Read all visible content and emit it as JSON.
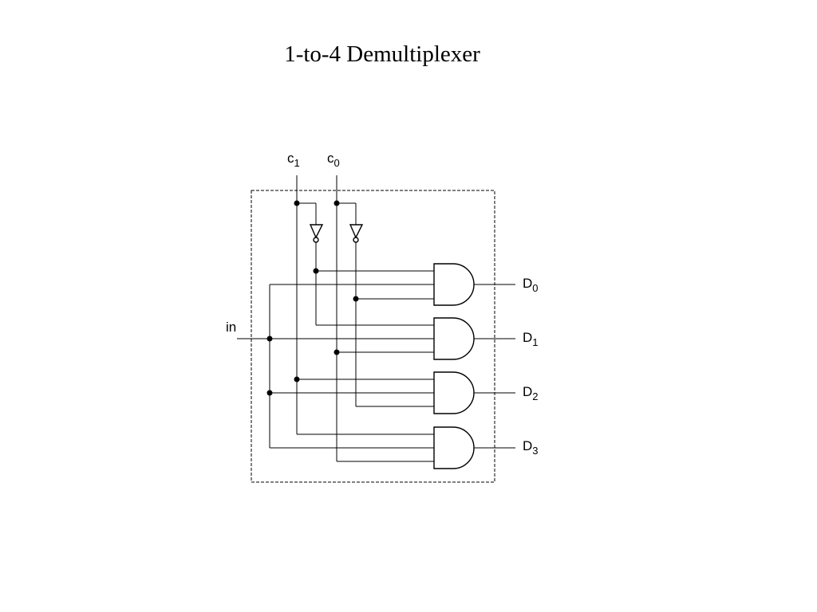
{
  "title": "1-to-4 Demultiplexer",
  "inputs": {
    "select_1": {
      "base": "c",
      "sub": "1"
    },
    "select_0": {
      "base": "c",
      "sub": "0"
    },
    "data": "in"
  },
  "outputs": [
    {
      "base": "D",
      "sub": "0"
    },
    {
      "base": "D",
      "sub": "1"
    },
    {
      "base": "D",
      "sub": "2"
    },
    {
      "base": "D",
      "sub": "3"
    }
  ]
}
